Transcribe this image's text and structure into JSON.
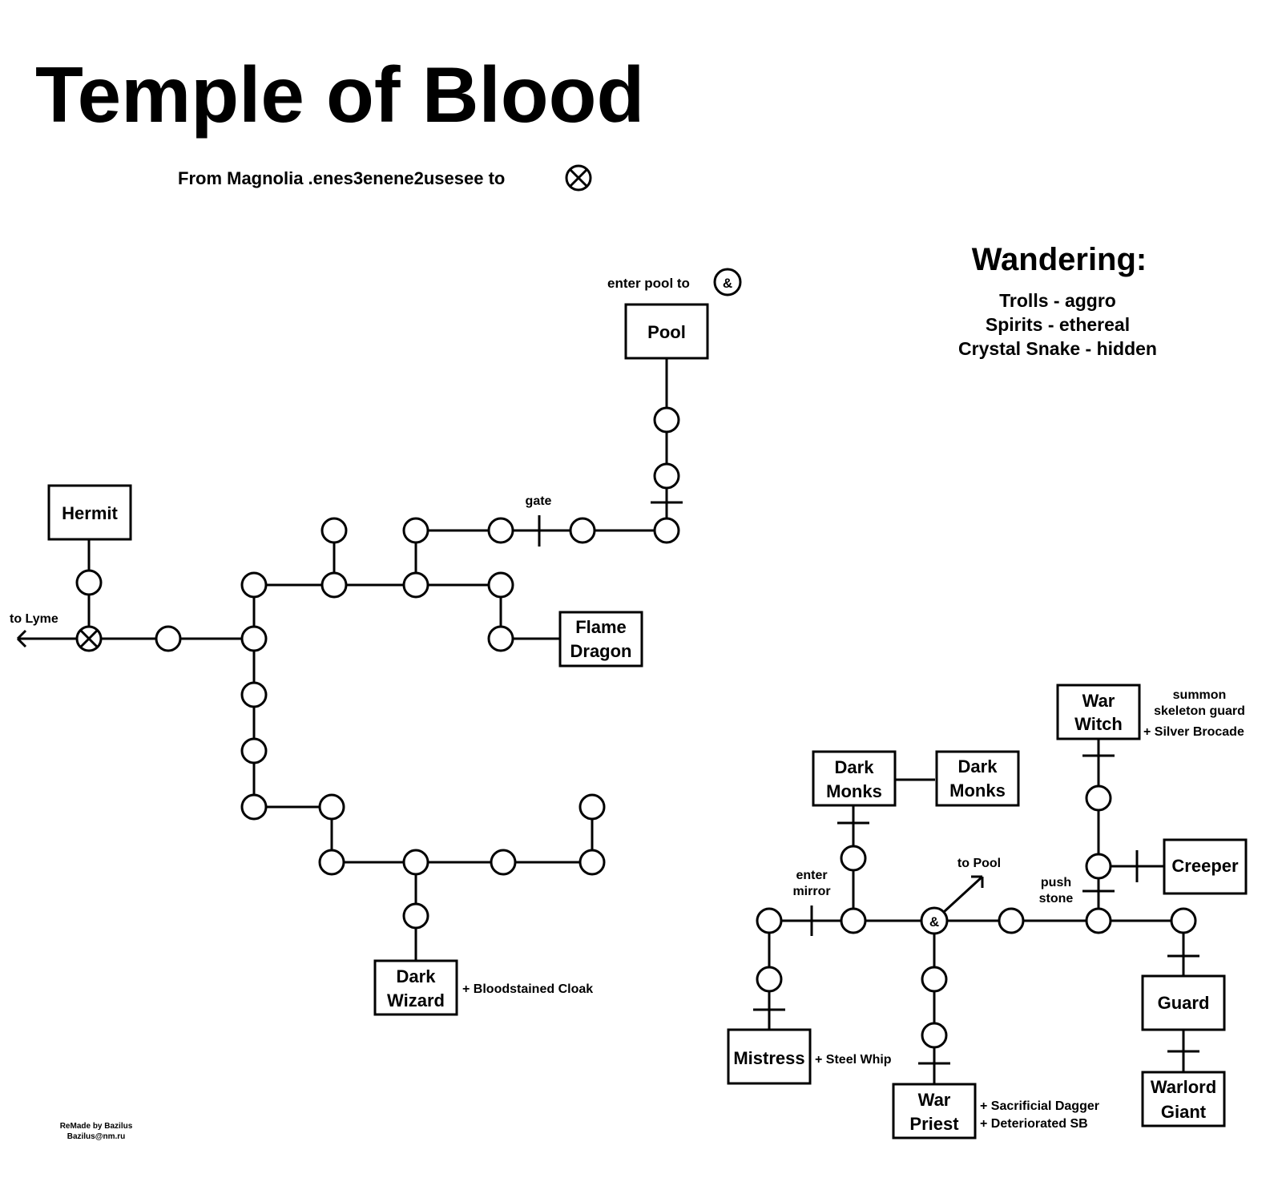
{
  "title": "Temple of Blood",
  "subtitle": "From Magnolia .enes3enene2usesee to",
  "wandering": {
    "heading": "Wandering:",
    "items": [
      "Trolls - aggro",
      "Spirits - ethereal",
      "Crystal Snake - hidden"
    ]
  },
  "labels": {
    "enter_pool": "enter pool to",
    "gate": "gate",
    "to_lyme": "to Lyme",
    "enter_mirror_1": "enter",
    "enter_mirror_2": "mirror",
    "to_pool": "to Pool",
    "push_stone_1": "push",
    "push_stone_2": "stone",
    "summon_1": "summon",
    "summon_2": "skeleton guard"
  },
  "symbols": {
    "cross": "⊗",
    "amp": "&"
  },
  "boxes": {
    "pool": [
      "Pool"
    ],
    "hermit": [
      "Hermit"
    ],
    "flame_dragon": [
      "Flame",
      "Dragon"
    ],
    "dark_wizard": [
      "Dark",
      "Wizard"
    ],
    "dark_monks_a": [
      "Dark",
      "Monks"
    ],
    "dark_monks_b": [
      "Dark",
      "Monks"
    ],
    "war_witch": [
      "War",
      "Witch"
    ],
    "creeper": [
      "Creeper"
    ],
    "guard": [
      "Guard"
    ],
    "warlord_giant": [
      "Warlord",
      "Giant"
    ],
    "mistress": [
      "Mistress"
    ],
    "war_priest": [
      "War",
      "Priest"
    ]
  },
  "loot": {
    "dark_wizard": [
      "+ Bloodstained Cloak"
    ],
    "war_witch": [
      "+ Silver Brocade"
    ],
    "mistress": [
      "+ Steel Whip"
    ],
    "war_priest": [
      "+ Sacrificial Dagger",
      "+ Deteriorated SB"
    ]
  },
  "credit": [
    "ReMade by Bazilus",
    "Bazilus@nm.ru"
  ]
}
